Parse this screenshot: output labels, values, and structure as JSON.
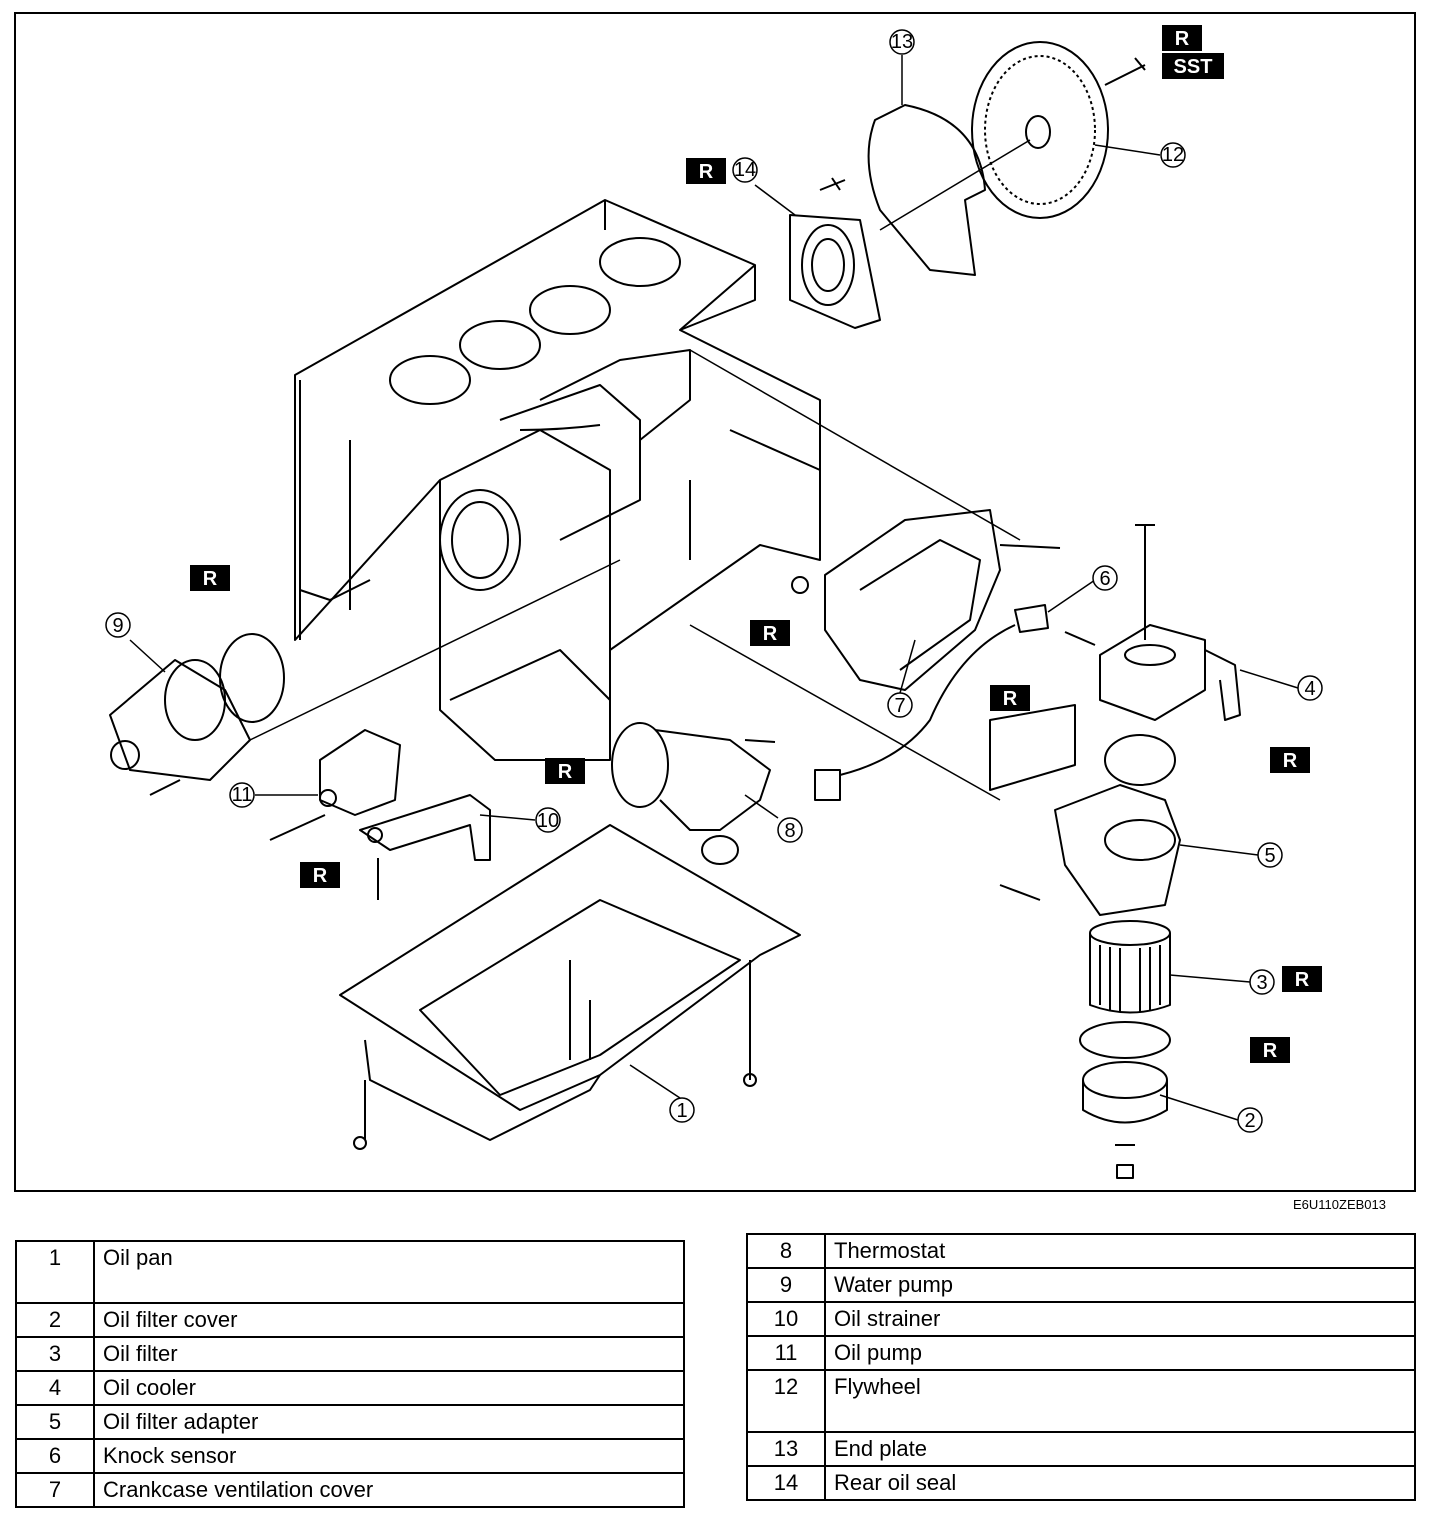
{
  "figure_code": "E6U110ZEB013",
  "tags": {
    "replace": "R",
    "special_tool": "SST"
  },
  "callouts": [
    "1",
    "2",
    "3",
    "4",
    "5",
    "6",
    "7",
    "8",
    "9",
    "10",
    "11",
    "12",
    "13",
    "14"
  ],
  "legend_left": [
    {
      "num": "1",
      "name": "Oil pan"
    },
    {
      "num": "2",
      "name": "Oil filter cover"
    },
    {
      "num": "3",
      "name": "Oil filter"
    },
    {
      "num": "4",
      "name": "Oil cooler"
    },
    {
      "num": "5",
      "name": "Oil filter adapter"
    },
    {
      "num": "6",
      "name": "Knock sensor"
    },
    {
      "num": "7",
      "name": "Crankcase ventilation cover"
    }
  ],
  "legend_right": [
    {
      "num": "8",
      "name": "Thermostat"
    },
    {
      "num": "9",
      "name": "Water pump"
    },
    {
      "num": "10",
      "name": "Oil strainer"
    },
    {
      "num": "11",
      "name": "Oil pump"
    },
    {
      "num": "12",
      "name": "Flywheel"
    },
    {
      "num": "13",
      "name": "End plate"
    },
    {
      "num": "14",
      "name": "Rear oil seal"
    }
  ]
}
